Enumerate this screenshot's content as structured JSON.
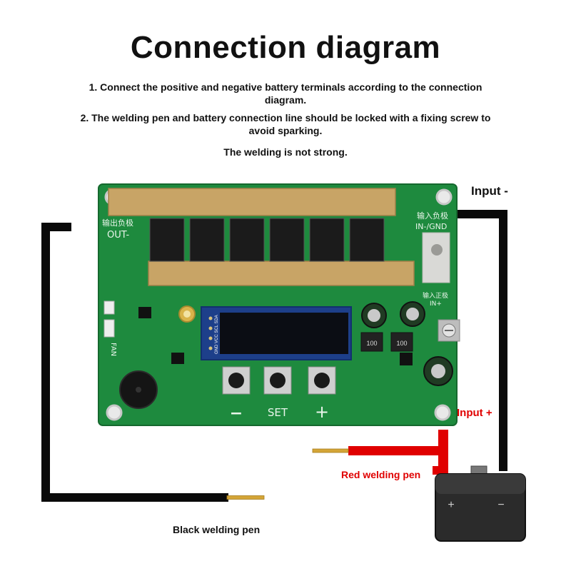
{
  "title": "Connection diagram",
  "notes": [
    "1. Connect the positive and negative battery terminals according to the connection diagram.",
    "2. The welding pen and battery connection line should be locked with a fixing screw to avoid sparking.",
    "The welding is not strong."
  ],
  "labels": {
    "input_minus": "Input -",
    "input_plus": "Input +",
    "red_pen": "Red welding pen",
    "black_pen": "Black welding pen"
  },
  "board": {
    "out_cn": "输出负极",
    "out_en": "OUT-",
    "in_neg_cn": "输入负极",
    "in_neg_en": "IN-/GND",
    "in_pos_cn": "输入正极",
    "in_pos_en": "IN+",
    "btn_minus": "−",
    "btn_set": "SET",
    "btn_plus": "+",
    "fan": "FAN",
    "oled_pins": "GND VCC SCL SDA",
    "cap_label": "100"
  },
  "battery": {
    "plus": "+",
    "minus": "−"
  },
  "colors": {
    "pcb": "#1e8a3e",
    "copper": "#c8a466",
    "red_wire": "#e00000",
    "black_wire": "#0a0a0a"
  }
}
